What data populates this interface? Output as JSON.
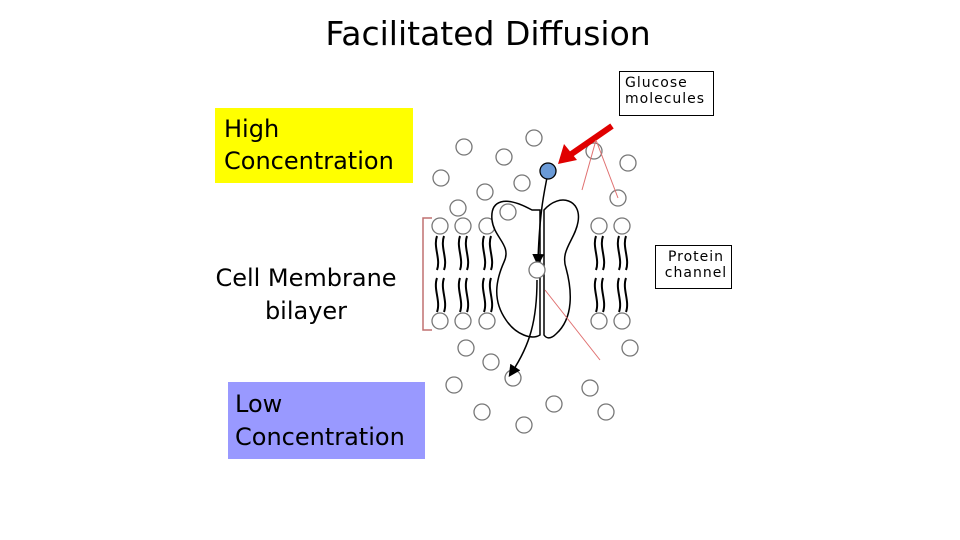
{
  "title": "Facilitated Diffusion",
  "labels": {
    "high_line1": "High",
    "high_line2": "Concentration",
    "membrane_line1": "Cell Membrane",
    "membrane_line2": "bilayer",
    "low_line1": "Low",
    "low_line2": "Concentration",
    "glucose_line1": "Glucose",
    "glucose_line2": "molecules",
    "protein_line1": "Protein",
    "protein_line2": "channel"
  },
  "colors": {
    "high_bg": "#ffff00",
    "low_bg": "#9999ff",
    "glucose_fill": "#6a9ad6",
    "arrow": "#e00000",
    "pointer_line": "#e07070"
  }
}
